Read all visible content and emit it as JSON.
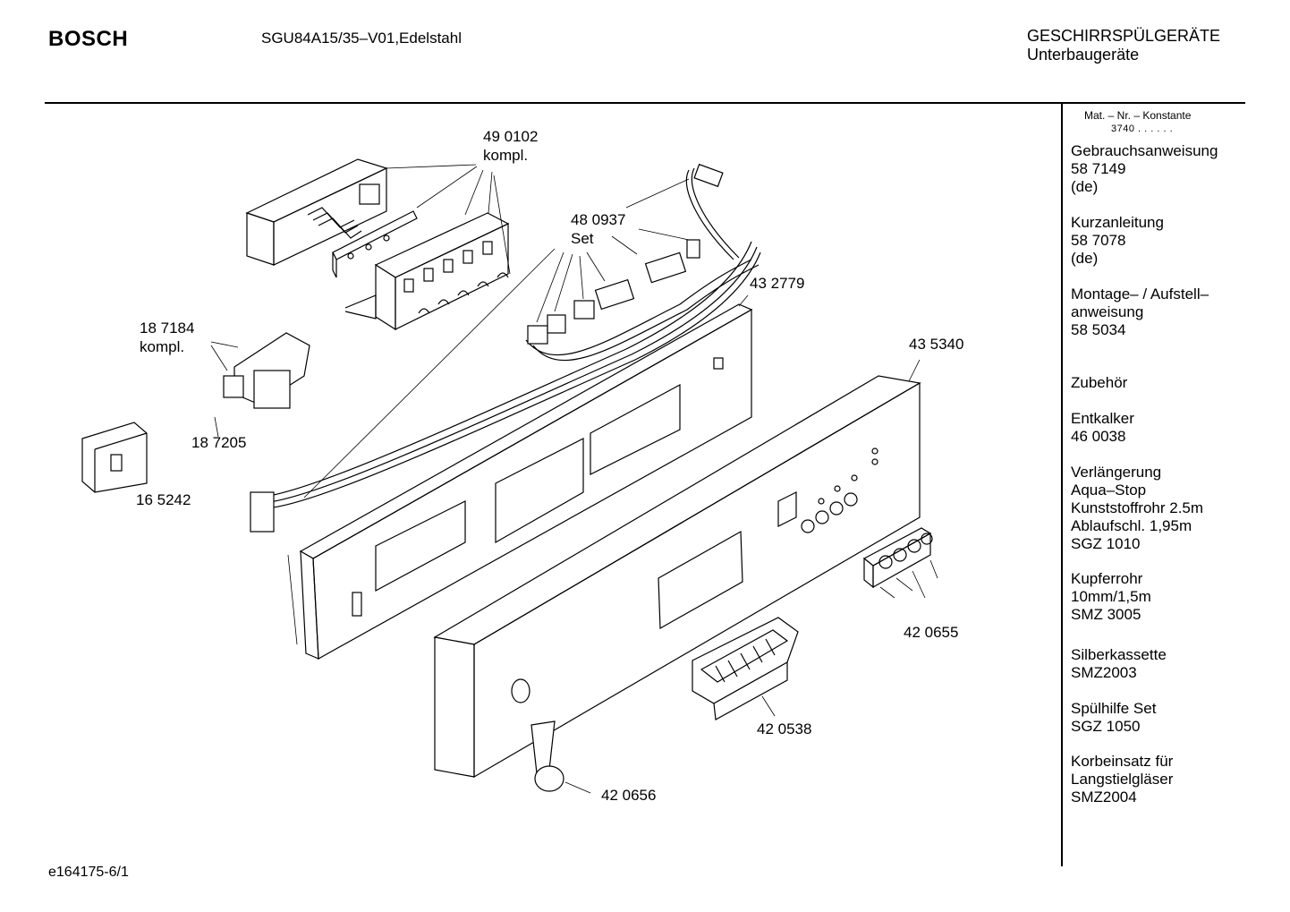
{
  "header": {
    "brand": "BOSCH",
    "model": "SGU84A15/35–V01,Edelstahl",
    "category_line1": "GESCHIRRSPÜLGERÄTE",
    "category_line2": "Unterbaugeräte"
  },
  "sidebar": {
    "header": "Mat. – Nr. – Konstante",
    "constant": "3740 . .   . . . .",
    "blocks": [
      {
        "lines": [
          "Gebrauchsanweisung",
          "58 7149",
          "(de)"
        ]
      },
      {
        "lines": [
          "Kurzanleitung",
          "58 7078",
          "(de)"
        ]
      },
      {
        "lines": [
          "Montage– / Aufstell–",
          "anweisung",
          "58 5034"
        ]
      },
      {
        "lines": [
          "Zubehör"
        ]
      },
      {
        "lines": [
          "Entkalker",
          "46 0038"
        ]
      },
      {
        "lines": [
          "Verlängerung",
          "Aqua–Stop",
          "Kunststoffrohr 2.5m",
          "Ablaufschl. 1,95m",
          "SGZ 1010"
        ]
      },
      {
        "lines": [
          "Kupferrohr",
          "10mm/1,5m",
          "SMZ 3005"
        ]
      },
      {
        "lines": [
          "Silberkassette",
          "SMZ2003"
        ]
      },
      {
        "lines": [
          "Spülhilfe Set",
          "SGZ 1050"
        ]
      },
      {
        "lines": [
          "Korbeinsatz für",
          "Langstielgläser",
          "SMZ2004"
        ]
      }
    ]
  },
  "callouts": {
    "c490102": {
      "number": "49 0102",
      "note": "kompl."
    },
    "c480937": {
      "number": "48 0937",
      "note": "Set"
    },
    "c432779": {
      "number": "43 2779"
    },
    "c435340": {
      "number": "43 5340"
    },
    "c187184": {
      "number": "18 7184",
      "note": "kompl."
    },
    "c187205": {
      "number": "18 7205"
    },
    "c165242": {
      "number": "16 5242"
    },
    "c420655": {
      "number": "42 0655"
    },
    "c420538": {
      "number": "42 0538"
    },
    "c420656": {
      "number": "42 0656"
    }
  },
  "footer": {
    "drawing_id": "e164175-6/1"
  }
}
